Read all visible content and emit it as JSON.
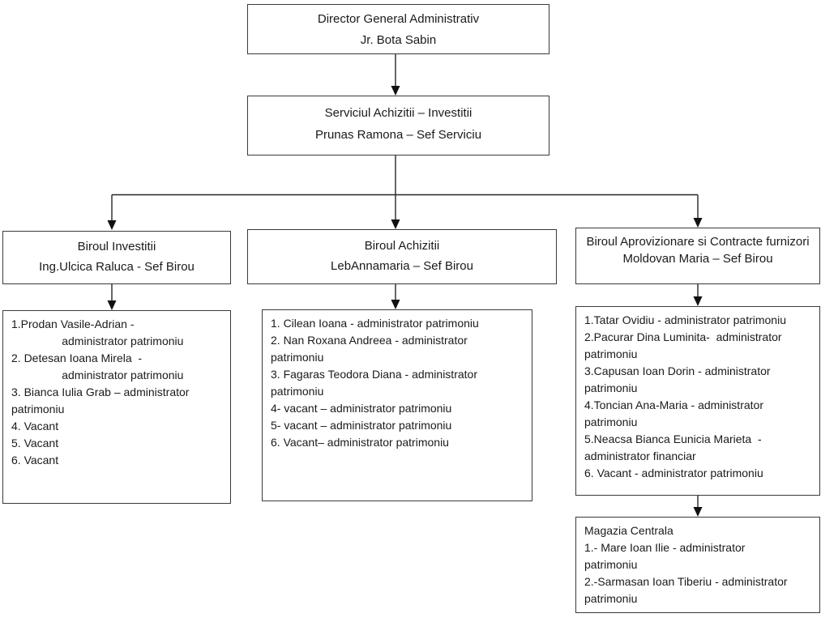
{
  "org_chart": {
    "root": {
      "line1": "Director General Administrativ",
      "line2": "Jr. Bota Sabin"
    },
    "service": {
      "line1": "Serviciul Achizitii – Investitii",
      "line2": "Prunas Ramona – Sef Serviciu"
    },
    "departments": [
      {
        "title": "Biroul Investitii",
        "head": "Ing.Ulcica Raluca - Sef Birou",
        "members": [
          "1.Prodan Vasile-Adrian -\n                administrator patrimoniu",
          "2. Detesan Ioana Mirela  -\n                administrator patrimoniu",
          "3. Bianca Iulia Grab – administrator\npatrimoniu",
          "4. Vacant",
          "5. Vacant",
          "6. Vacant"
        ]
      },
      {
        "title": "Biroul Achizitii",
        "head": "LebAnnamaria – Sef Birou",
        "members": [
          "1. Cilean Ioana - administrator patrimoniu",
          "2. Nan Roxana Andreea - administrator\npatrimoniu",
          "3. Fagaras Teodora Diana - administrator\npatrimoniu",
          "4- vacant – administrator patrimoniu",
          "5- vacant – administrator patrimoniu",
          "6. Vacant– administrator patrimoniu"
        ]
      },
      {
        "title": "Biroul Aprovizionare si Contracte furnizori",
        "head": "Moldovan Maria – Sef Birou",
        "members": [
          "1.Tatar Ovidiu - administrator patrimoniu",
          "2.Pacurar Dina Luminita-  administrator\npatrimoniu",
          "3.Capusan Ioan Dorin - administrator\npatrimoniu",
          "4.Toncian Ana-Maria - administrator\npatrimoniu",
          "5.Neacsa Bianca Eunicia Marieta  -\nadministrator financiar",
          "6. Vacant - administrator patrimoniu"
        ]
      }
    ],
    "warehouse": {
      "title": "Magazia Centrala",
      "members": [
        "1.- Mare Ioan Ilie - administrator\npatrimoniu",
        "2.-Sarmasan Ioan Tiberiu - administrator\npatrimoniu"
      ]
    }
  }
}
